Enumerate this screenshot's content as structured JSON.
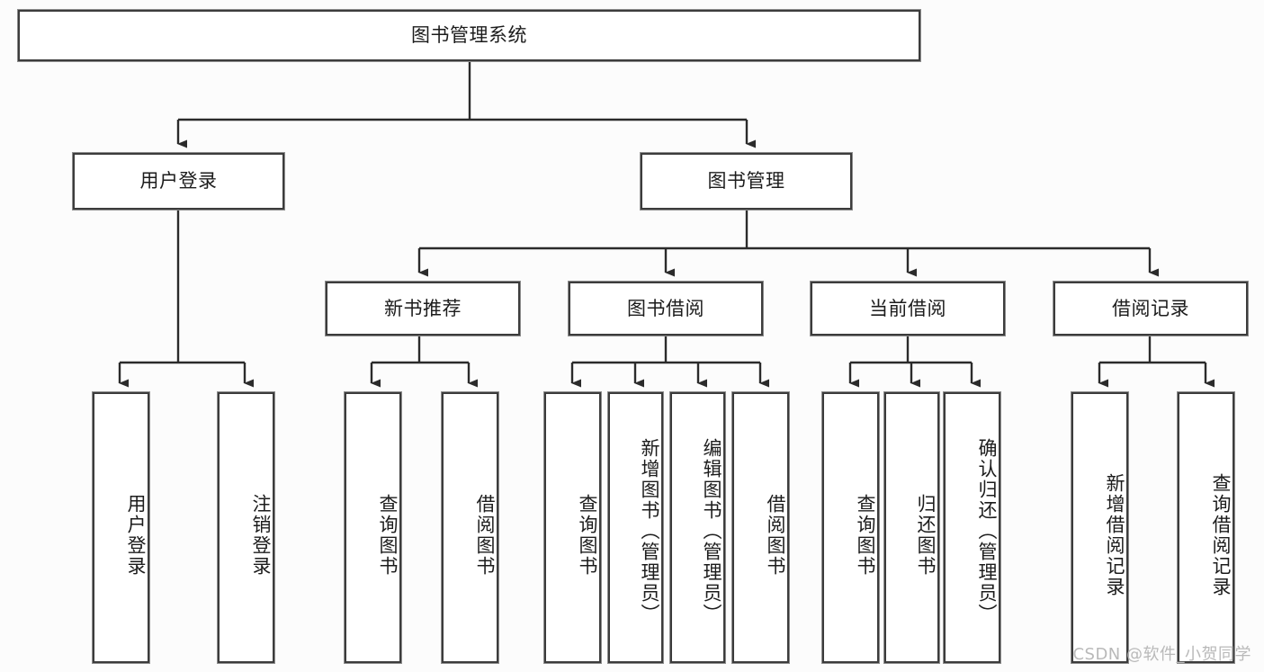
{
  "diagram": {
    "title": "图书管理系统",
    "type": "tree-hierarchy",
    "colors": {
      "box_border": "#3c3c3c",
      "box_fill": "#ffffff",
      "edge": "#2b2b2b",
      "background": "#fcfcfc",
      "watermark": "#b9b9b9"
    },
    "root": {
      "label": "图书管理系统"
    },
    "level2": [
      {
        "label": "用户登录"
      },
      {
        "label": "图书管理"
      }
    ],
    "level3": [
      {
        "label": "新书推荐"
      },
      {
        "label": "图书借阅"
      },
      {
        "label": "当前借阅"
      },
      {
        "label": "借阅记录"
      }
    ],
    "leaves": {
      "user_login": [
        {
          "label": "用户登录"
        },
        {
          "label": "注销登录"
        }
      ],
      "new_book_recommend": [
        {
          "label": "查询图书"
        },
        {
          "label": "借阅图书"
        }
      ],
      "book_borrow": [
        {
          "label": "查询图书"
        },
        {
          "label": "新增图书（管理员）"
        },
        {
          "label": "编辑图书（管理员）"
        },
        {
          "label": "借阅图书"
        }
      ],
      "current_borrow": [
        {
          "label": "查询图书"
        },
        {
          "label": "归还图书"
        },
        {
          "label": "确认归还（管理员）"
        }
      ],
      "borrow_record": [
        {
          "label": "新增借阅记录"
        },
        {
          "label": "查询借阅记录"
        }
      ]
    }
  },
  "watermark": {
    "text": "CSDN @软件_小贺同学"
  }
}
